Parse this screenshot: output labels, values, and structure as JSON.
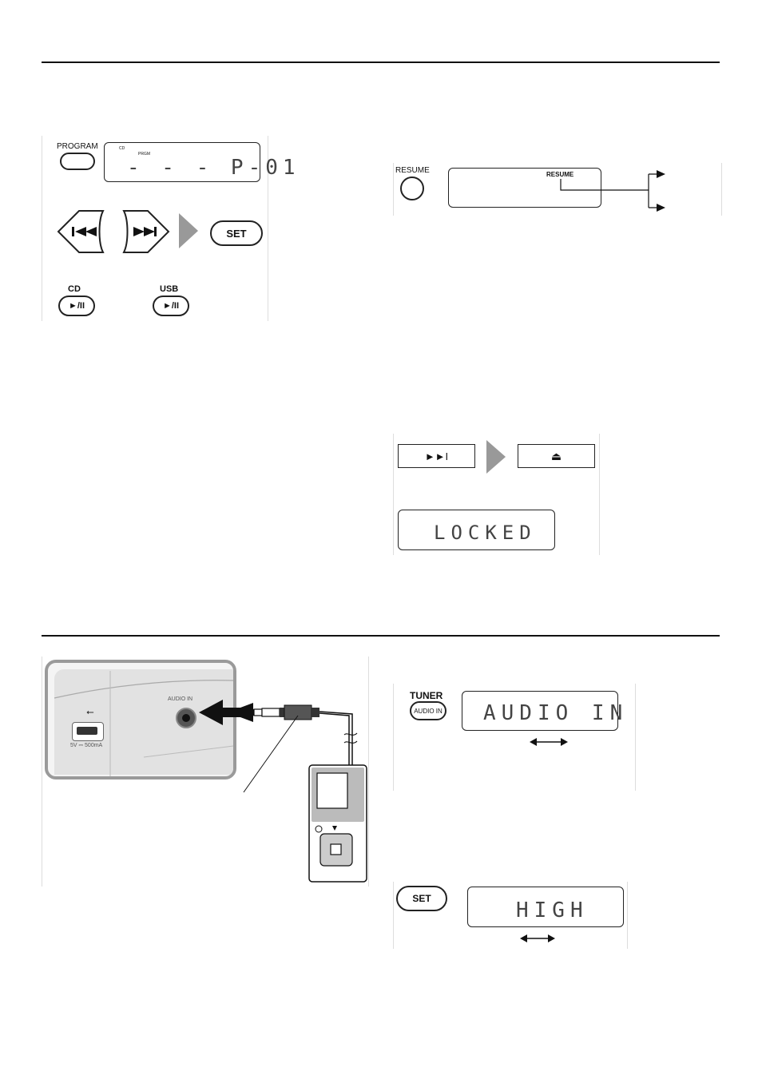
{
  "program_panel": {
    "program_label": "PROGRAM",
    "lcd_cd": "CD",
    "lcd_prgm": "PRGM",
    "lcd_text": "- - -  P-01",
    "set_label": "SET",
    "cd_label": "CD",
    "usb_label": "USB",
    "play_pause_glyph": "►/II"
  },
  "resume_panel": {
    "resume_button_label": "RESUME",
    "lcd_indicator": "RESUME"
  },
  "lock_panel": {
    "skip_glyph": "►►I",
    "eject_glyph": "⏏",
    "lcd_text": "LOCKED"
  },
  "audio_in_panel": {
    "usb_rating": "5V ⎓ 500mA",
    "jack_label": "AUDIO IN"
  },
  "tuner_panel": {
    "tuner_label": "TUNER",
    "audio_in_button": "AUDIO IN",
    "lcd_text": "AUDIO IN"
  },
  "set_panel": {
    "set_label": "SET",
    "lcd_text": "HIGH"
  },
  "colors": {
    "ink": "#111111",
    "gray_arrow": "#999999",
    "frame": "#9a9a9a"
  }
}
